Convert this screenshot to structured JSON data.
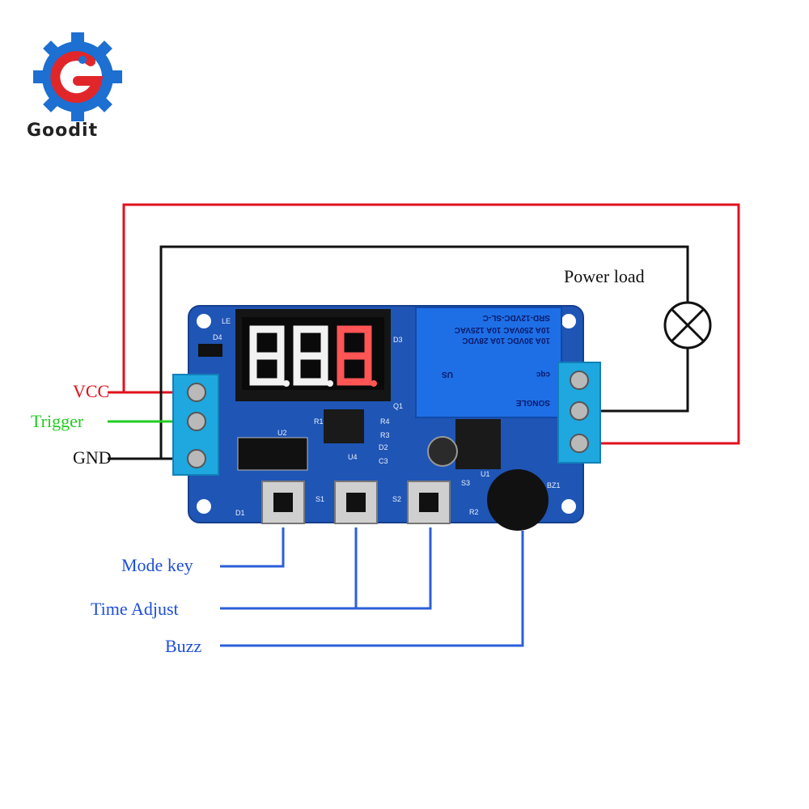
{
  "brand": {
    "name": "Goodit",
    "colors": {
      "red": "#e1262a",
      "blue": "#1d6fd1",
      "text": "#222222"
    }
  },
  "labels": {
    "power_load": "Power load",
    "vcc": "VCC",
    "trigger": "Trigger",
    "gnd": "GND",
    "mode_key": "Mode key",
    "time_adjust": "Time Adjust",
    "buzz": "Buzz"
  },
  "label_colors": {
    "vcc": "#e0101c",
    "trigger": "#22cc22",
    "gnd": "#111111",
    "blue_labels": "#1e4fd6"
  },
  "wire_colors": {
    "red": "#e0101c",
    "black": "#111111",
    "green": "#22cc22",
    "blue": "#2b5fd9"
  },
  "board": {
    "color": "#1f55b5",
    "terminal_color": "#1fa7e0",
    "silkscreen": {
      "led": "LE",
      "d4": "D4",
      "d3": "D3",
      "q1": "Q1",
      "r1": "R1",
      "r4": "R4",
      "r3": "R3",
      "d2": "D2",
      "c3": "C3",
      "u2": "U2",
      "u4": "U4",
      "u1": "U1",
      "d1": "D1",
      "s1": "S1",
      "s2": "S2",
      "s3": "S3",
      "r2": "R2",
      "bz1": "BZ1"
    },
    "relay": {
      "model": "SRD-12VDC-SL-C",
      "rating_1": "10A 250VAC  10A 125VAC",
      "rating_2": "10A 30VDC  10A 28VDC",
      "brand": "SONGLE",
      "cert": "cqc",
      "us": "US"
    },
    "display": "8.8.8."
  }
}
